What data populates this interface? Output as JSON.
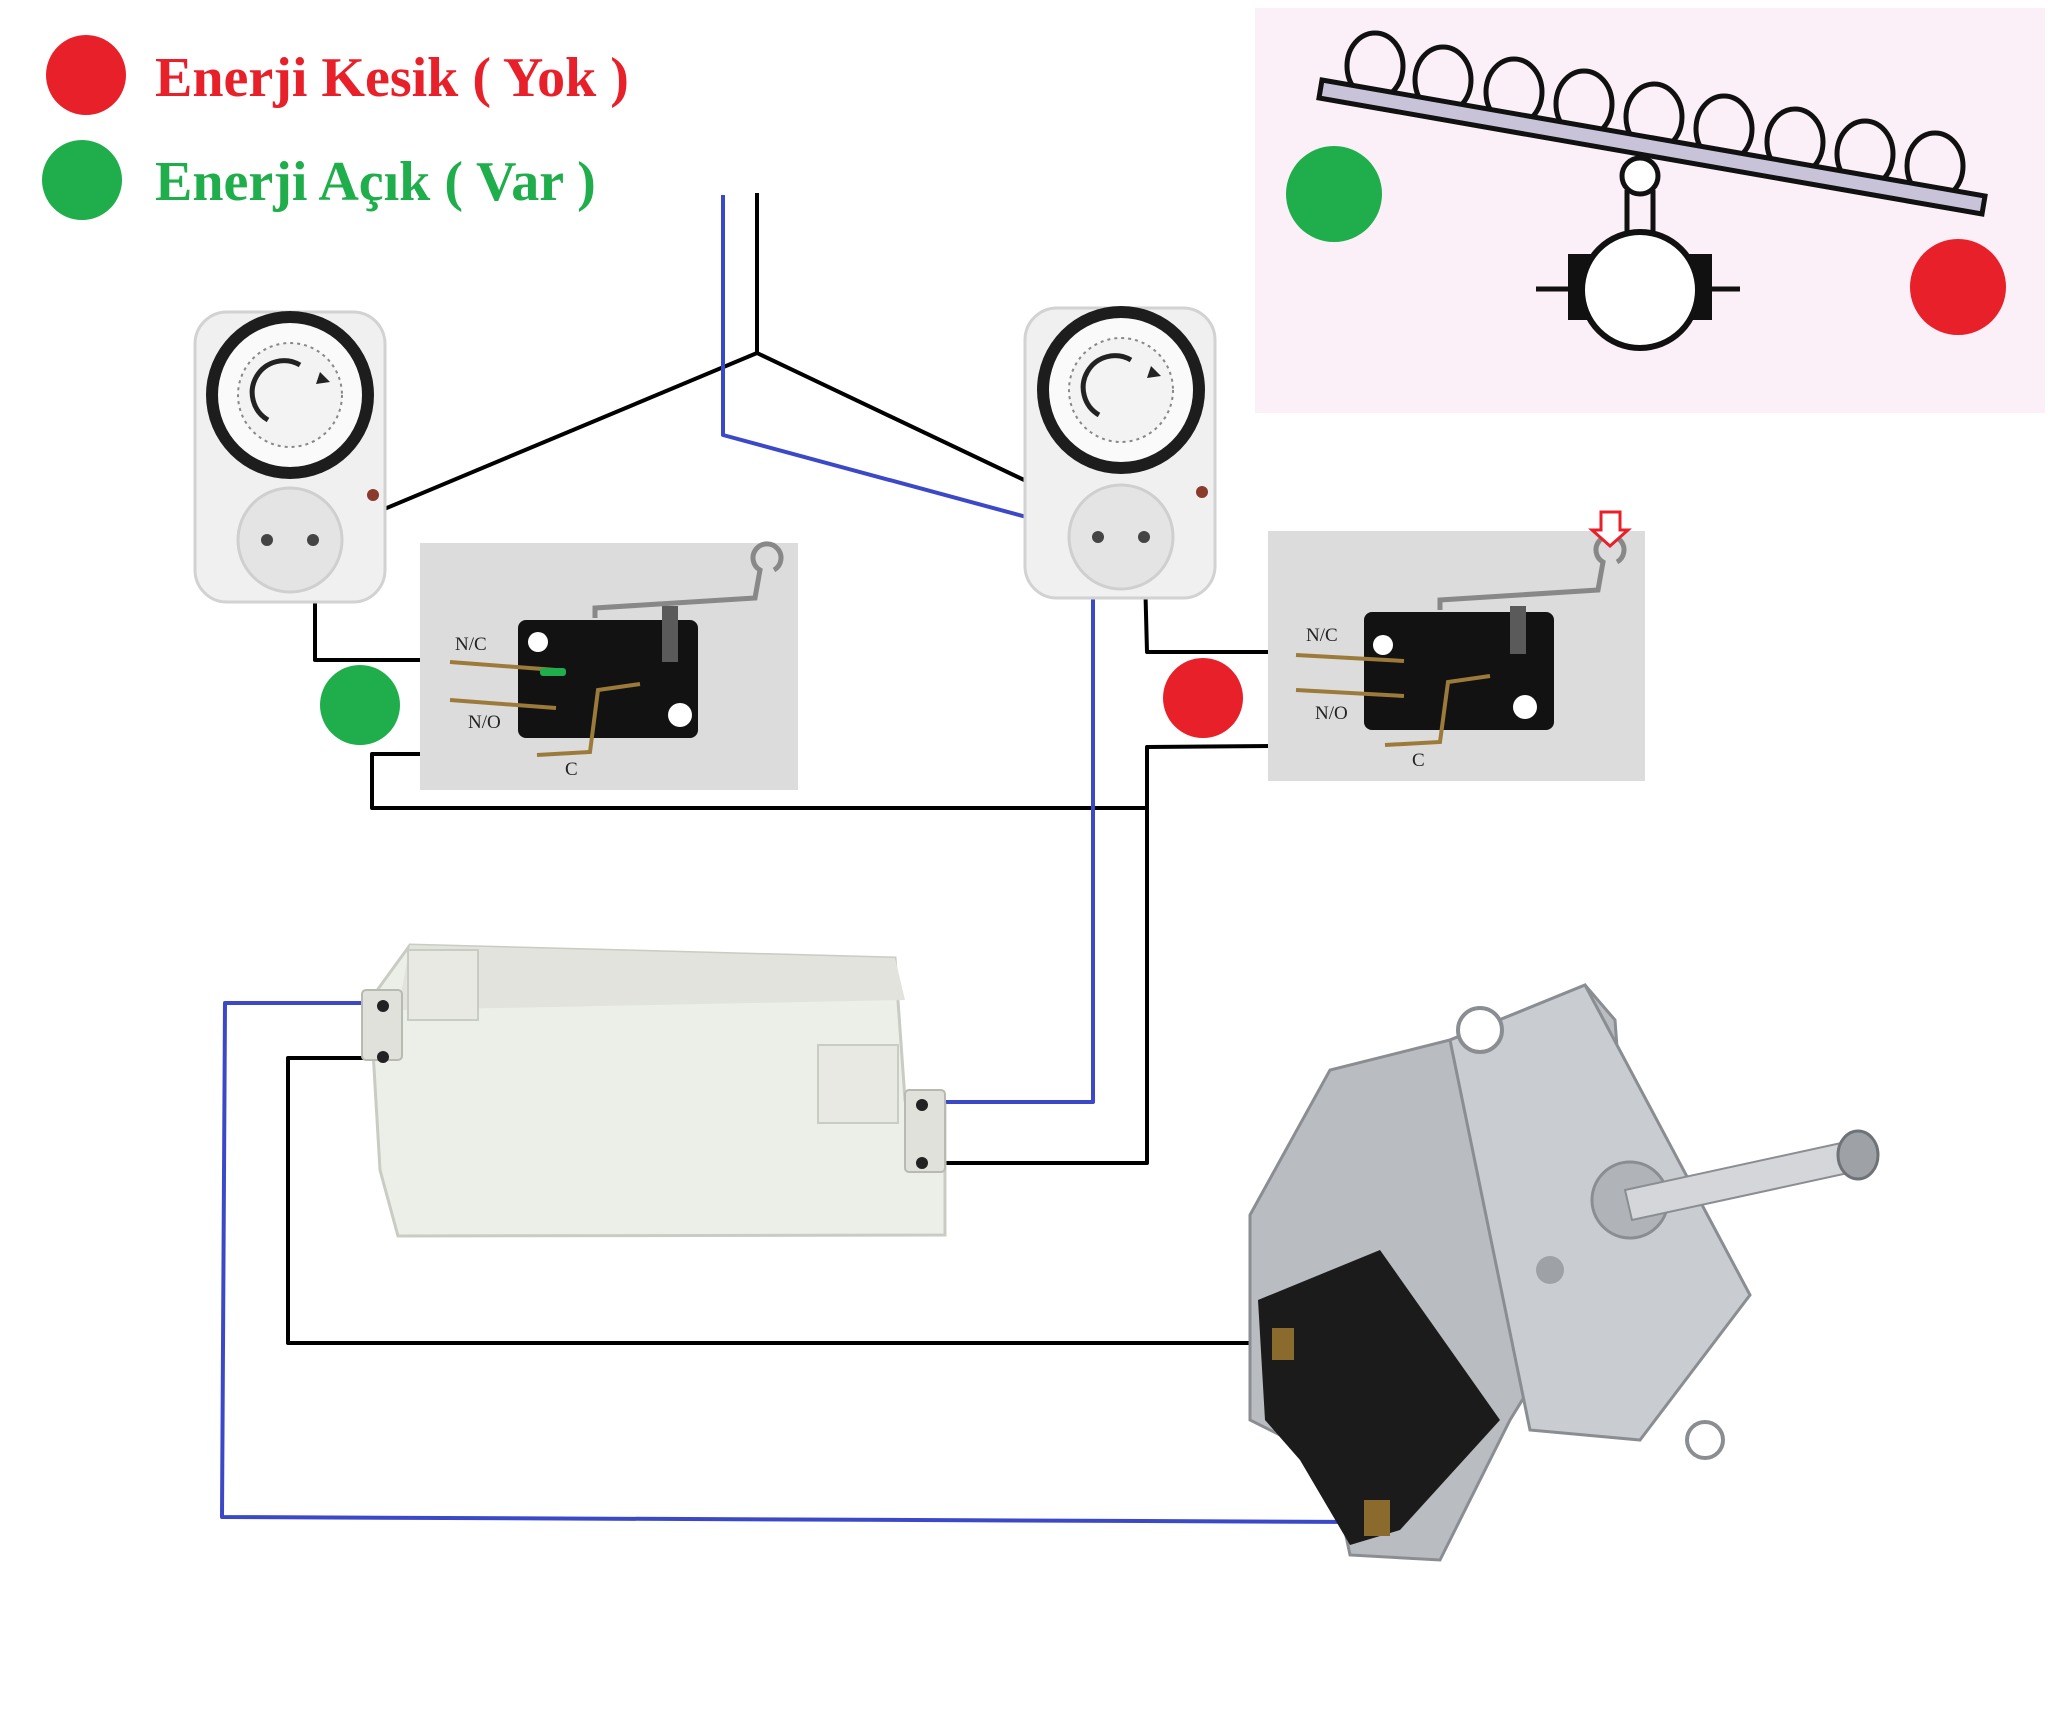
{
  "legend": {
    "off": {
      "label": "Enerji Kesik ( Yok )",
      "color": "#e8202a"
    },
    "on": {
      "label": "Enerji Açık ( Var )",
      "color": "#1fae4b"
    }
  },
  "colors": {
    "wire_phase": "#000000",
    "wire_neutral": "#3b49c9",
    "state_on": "#1fae4b",
    "state_off": "#e8202a",
    "inset_bg": "#fbeff8",
    "switch_panel": "#dcdcdc"
  },
  "switches": {
    "left": {
      "nc": "N/C",
      "no": "N/O",
      "c": "C",
      "state": "on"
    },
    "right": {
      "nc": "N/C",
      "no": "N/O",
      "c": "C",
      "state": "off",
      "indicator": "down-arrow-icon"
    }
  },
  "components": {
    "timers": [
      "timer-socket-icon",
      "timer-socket-icon"
    ],
    "adapter": "power-adapter-icon",
    "motor": "synchronous-motor-icon",
    "tray": "egg-tray-icon"
  }
}
